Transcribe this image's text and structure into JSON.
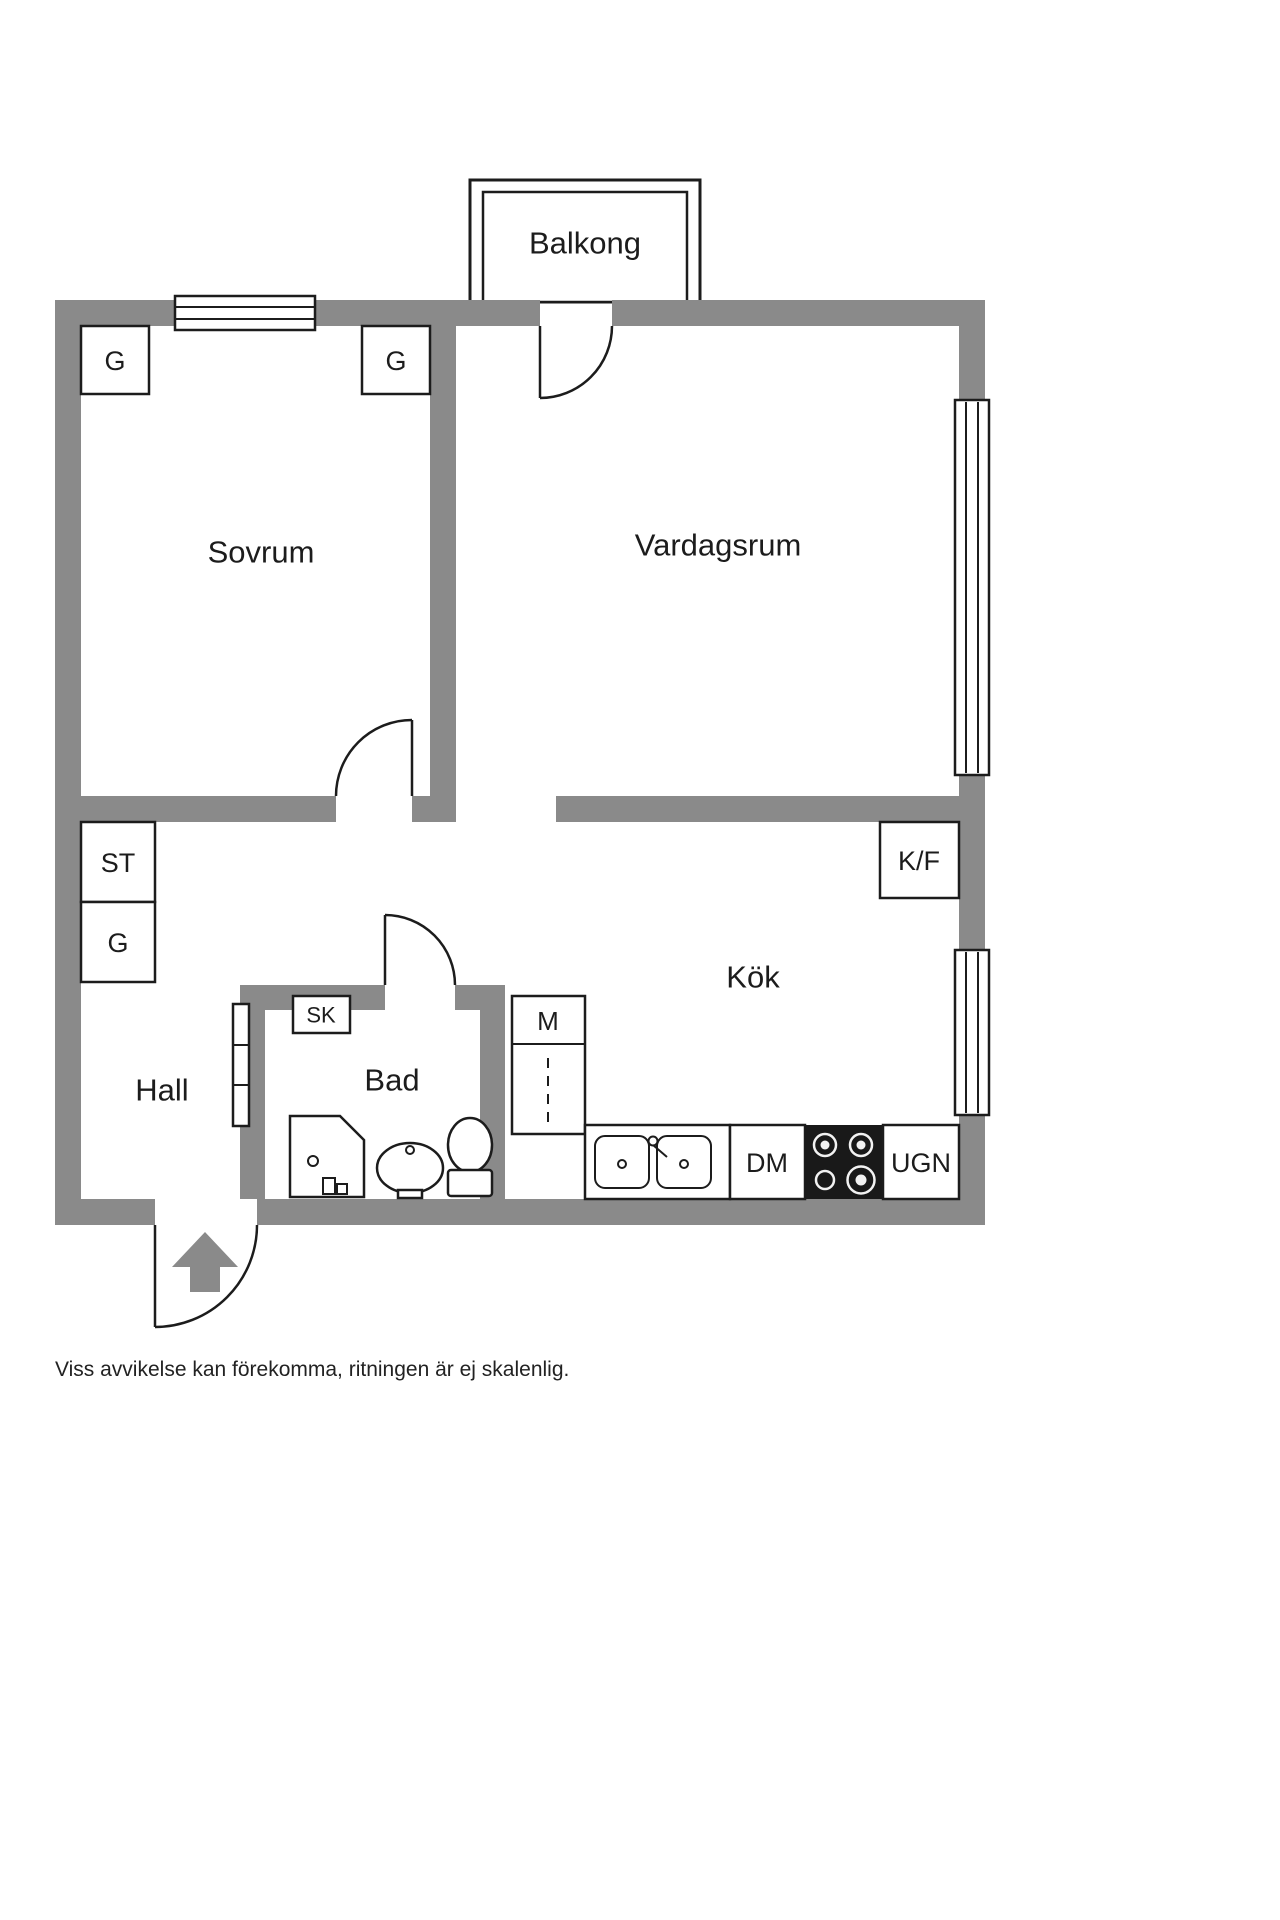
{
  "plan": {
    "rooms": {
      "balkong": "Balkong",
      "sovrum": "Sovrum",
      "vardagsrum": "Vardagsrum",
      "kok": "Kök",
      "hall": "Hall",
      "bad": "Bad"
    },
    "fixtures": {
      "closet_1": "G",
      "closet_2": "G",
      "storage": "ST",
      "closet_3": "G",
      "fridge_freezer": "K/F",
      "cleaning_closet": "SK",
      "machine": "M",
      "dishwasher": "DM",
      "oven": "UGN"
    },
    "colors": {
      "wall": "#8a8a8a",
      "line": "#1c1c1c",
      "stove": "#191919",
      "background": "#ffffff"
    }
  },
  "footer": {
    "disclaimer": "Viss avvikelse kan förekomma, ritningen är ej skalenlig."
  }
}
